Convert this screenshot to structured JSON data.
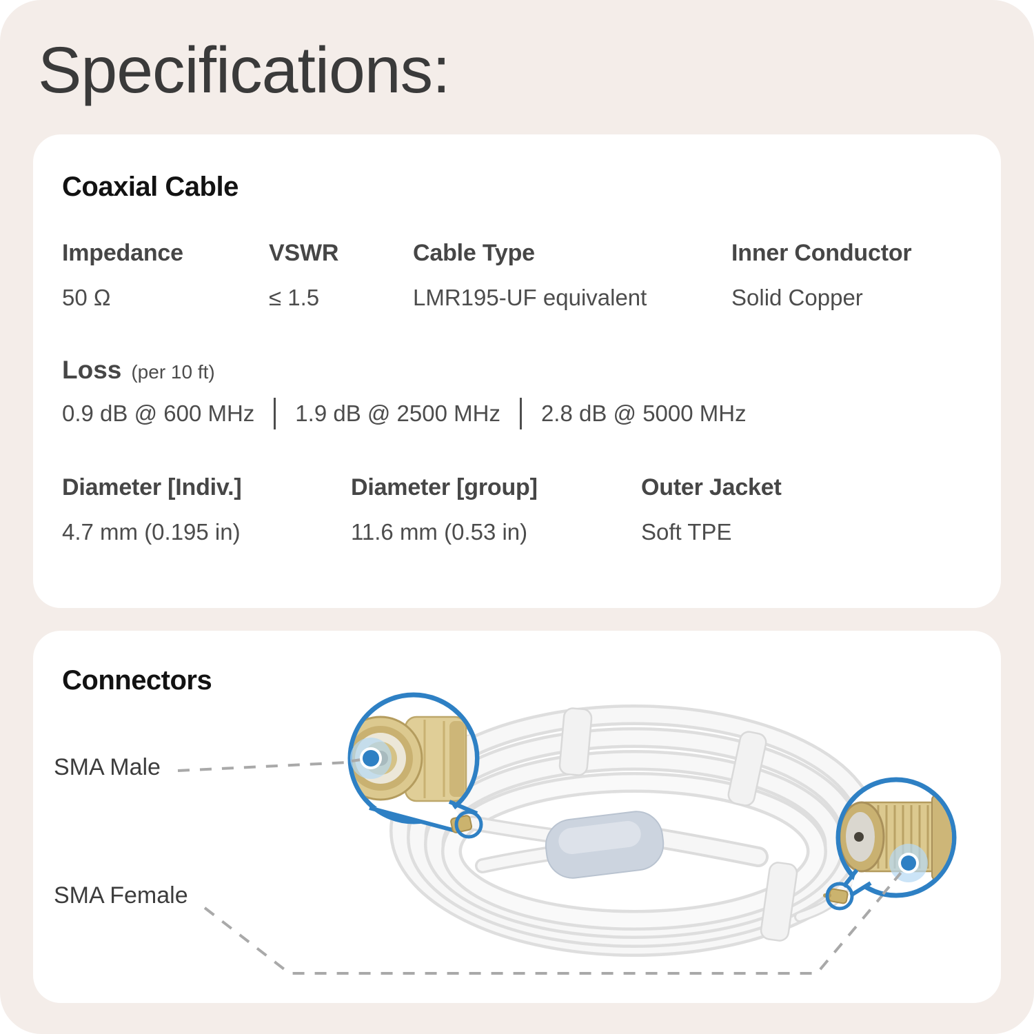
{
  "page": {
    "title": "Specifications:"
  },
  "colors": {
    "background_cream": "#f4ede9",
    "card_white": "#ffffff",
    "title_gray": "#3a3a3a",
    "heading_black": "#121212",
    "label_gray": "#464646",
    "value_gray": "#4c4c4c",
    "accent_blue": "#2e80c4",
    "halo_blue": "#b5d9f4",
    "leader_gray": "#a9a9a9",
    "brass": "#dcc98f",
    "cable_white": "#f5f5f5"
  },
  "coaxial_card": {
    "heading": "Coaxial Cable",
    "row1": [
      {
        "label": "Impedance",
        "value": "50 Ω"
      },
      {
        "label": "VSWR",
        "value": "≤ 1.5"
      },
      {
        "label": "Cable Type",
        "value": "LMR195-UF equivalent"
      },
      {
        "label": "Inner Conductor",
        "value": "Solid Copper"
      }
    ],
    "loss": {
      "label": "Loss",
      "note": "(per 10 ft)",
      "values": [
        "0.9 dB @ 600 MHz",
        "1.9 dB @ 2500 MHz",
        "2.8 dB @ 5000 MHz"
      ]
    },
    "row2": [
      {
        "label": "Diameter [Indiv.]",
        "value": "4.7 mm (0.195 in)"
      },
      {
        "label": "Diameter [group]",
        "value": "11.6 mm (0.53 in)"
      },
      {
        "label": "Outer Jacket",
        "value": "Soft TPE"
      }
    ]
  },
  "connectors_card": {
    "heading": "Connectors",
    "callouts": [
      {
        "label": "SMA Male",
        "marker": "blue-dot",
        "magnifier": "blue-circle"
      },
      {
        "label": "SMA Female",
        "marker": "blue-dot",
        "magnifier": "blue-circle"
      }
    ]
  }
}
